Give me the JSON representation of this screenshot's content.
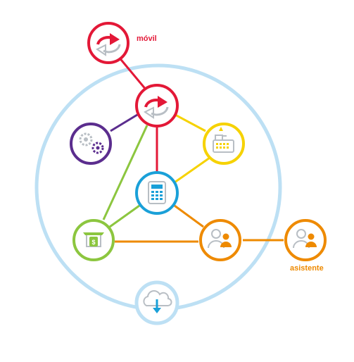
{
  "colors": {
    "red": "#e31837",
    "purple": "#5b2d8e",
    "yellow": "#f6d200",
    "blue": "#1aa0d8",
    "green": "#8cc63f",
    "orange": "#ee8a00",
    "light_blue": "#bde0f4",
    "gray": "#9aa0a6"
  },
  "labels": {
    "movil": "móvil",
    "asistente": "asistente"
  },
  "nodes": [
    {
      "id": "mobile-sync",
      "icon": "sync-icon",
      "color": "red"
    },
    {
      "id": "core-sync",
      "icon": "sync-icon",
      "color": "red"
    },
    {
      "id": "settings",
      "icon": "gears-icon",
      "color": "purple"
    },
    {
      "id": "cash-register",
      "icon": "cash-register-icon",
      "color": "yellow"
    },
    {
      "id": "calculator",
      "icon": "calculator-icon",
      "color": "blue"
    },
    {
      "id": "payment",
      "icon": "cash-payment-icon",
      "color": "green"
    },
    {
      "id": "users",
      "icon": "users-icon",
      "color": "orange"
    },
    {
      "id": "assistant",
      "icon": "users-icon",
      "color": "orange"
    },
    {
      "id": "cloud",
      "icon": "cloud-download-icon",
      "color": "light_blue"
    }
  ]
}
